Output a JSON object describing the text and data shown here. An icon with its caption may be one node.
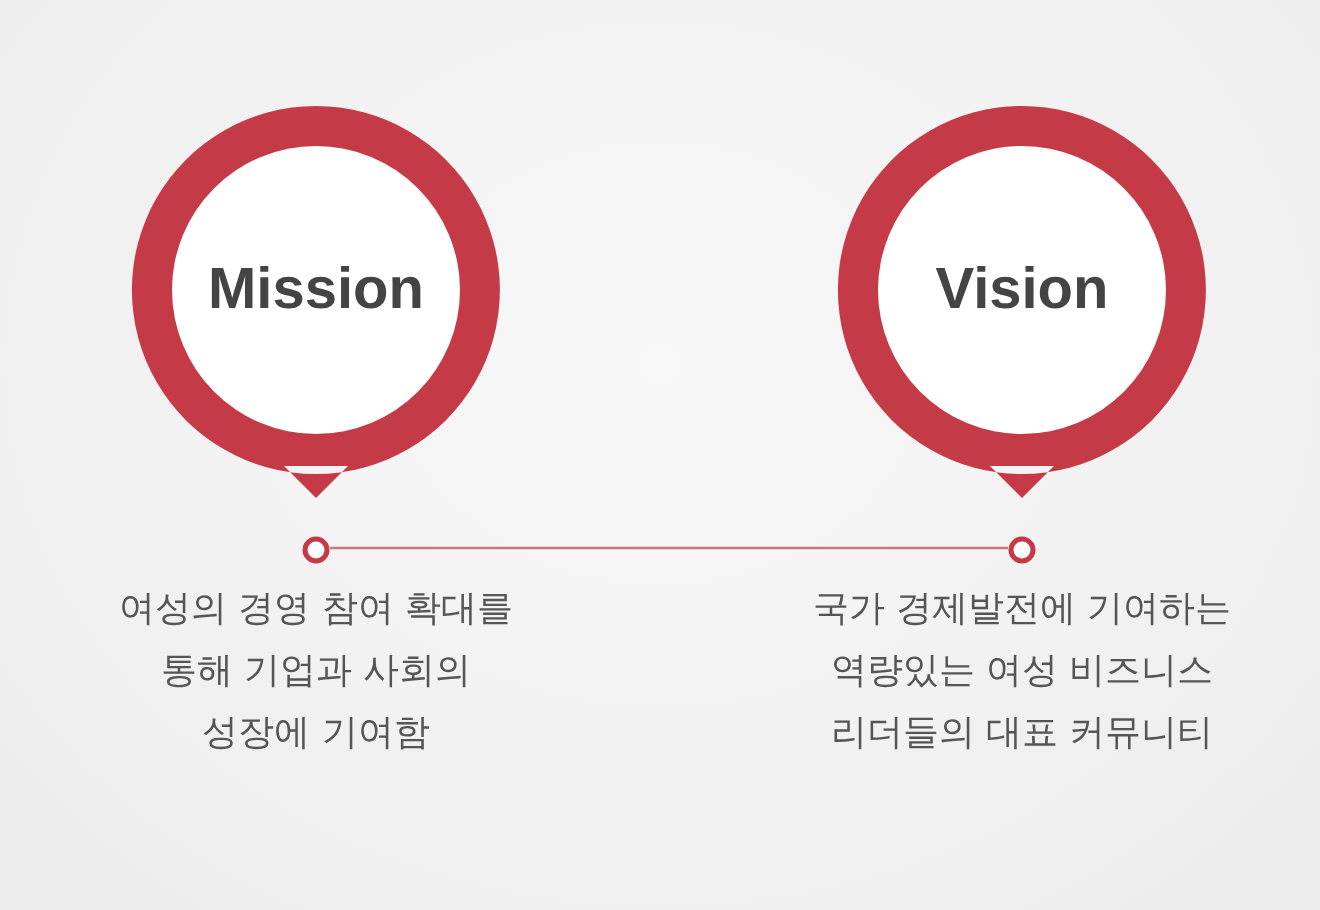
{
  "diagram": {
    "nodes": [
      {
        "text": [
          "Mission"
        ]
      },
      {
        "text": [
          "Vision"
        ]
      },
      {
        "text": [],
        "shape": "circle"
      },
      {
        "text": [],
        "shape": "circle"
      }
    ],
    "edges": [
      {
        "from": 2,
        "to": 3,
        "arrow": "none"
      }
    ],
    "labels": [
      "여성의 경영 참여 확대를 통해 기업과 사회의 성장에 기여함",
      "국가 경제발전에 기여하는 역량있는 여성 비즈니스 리더들의 대표 커뮤니티"
    ]
  }
}
